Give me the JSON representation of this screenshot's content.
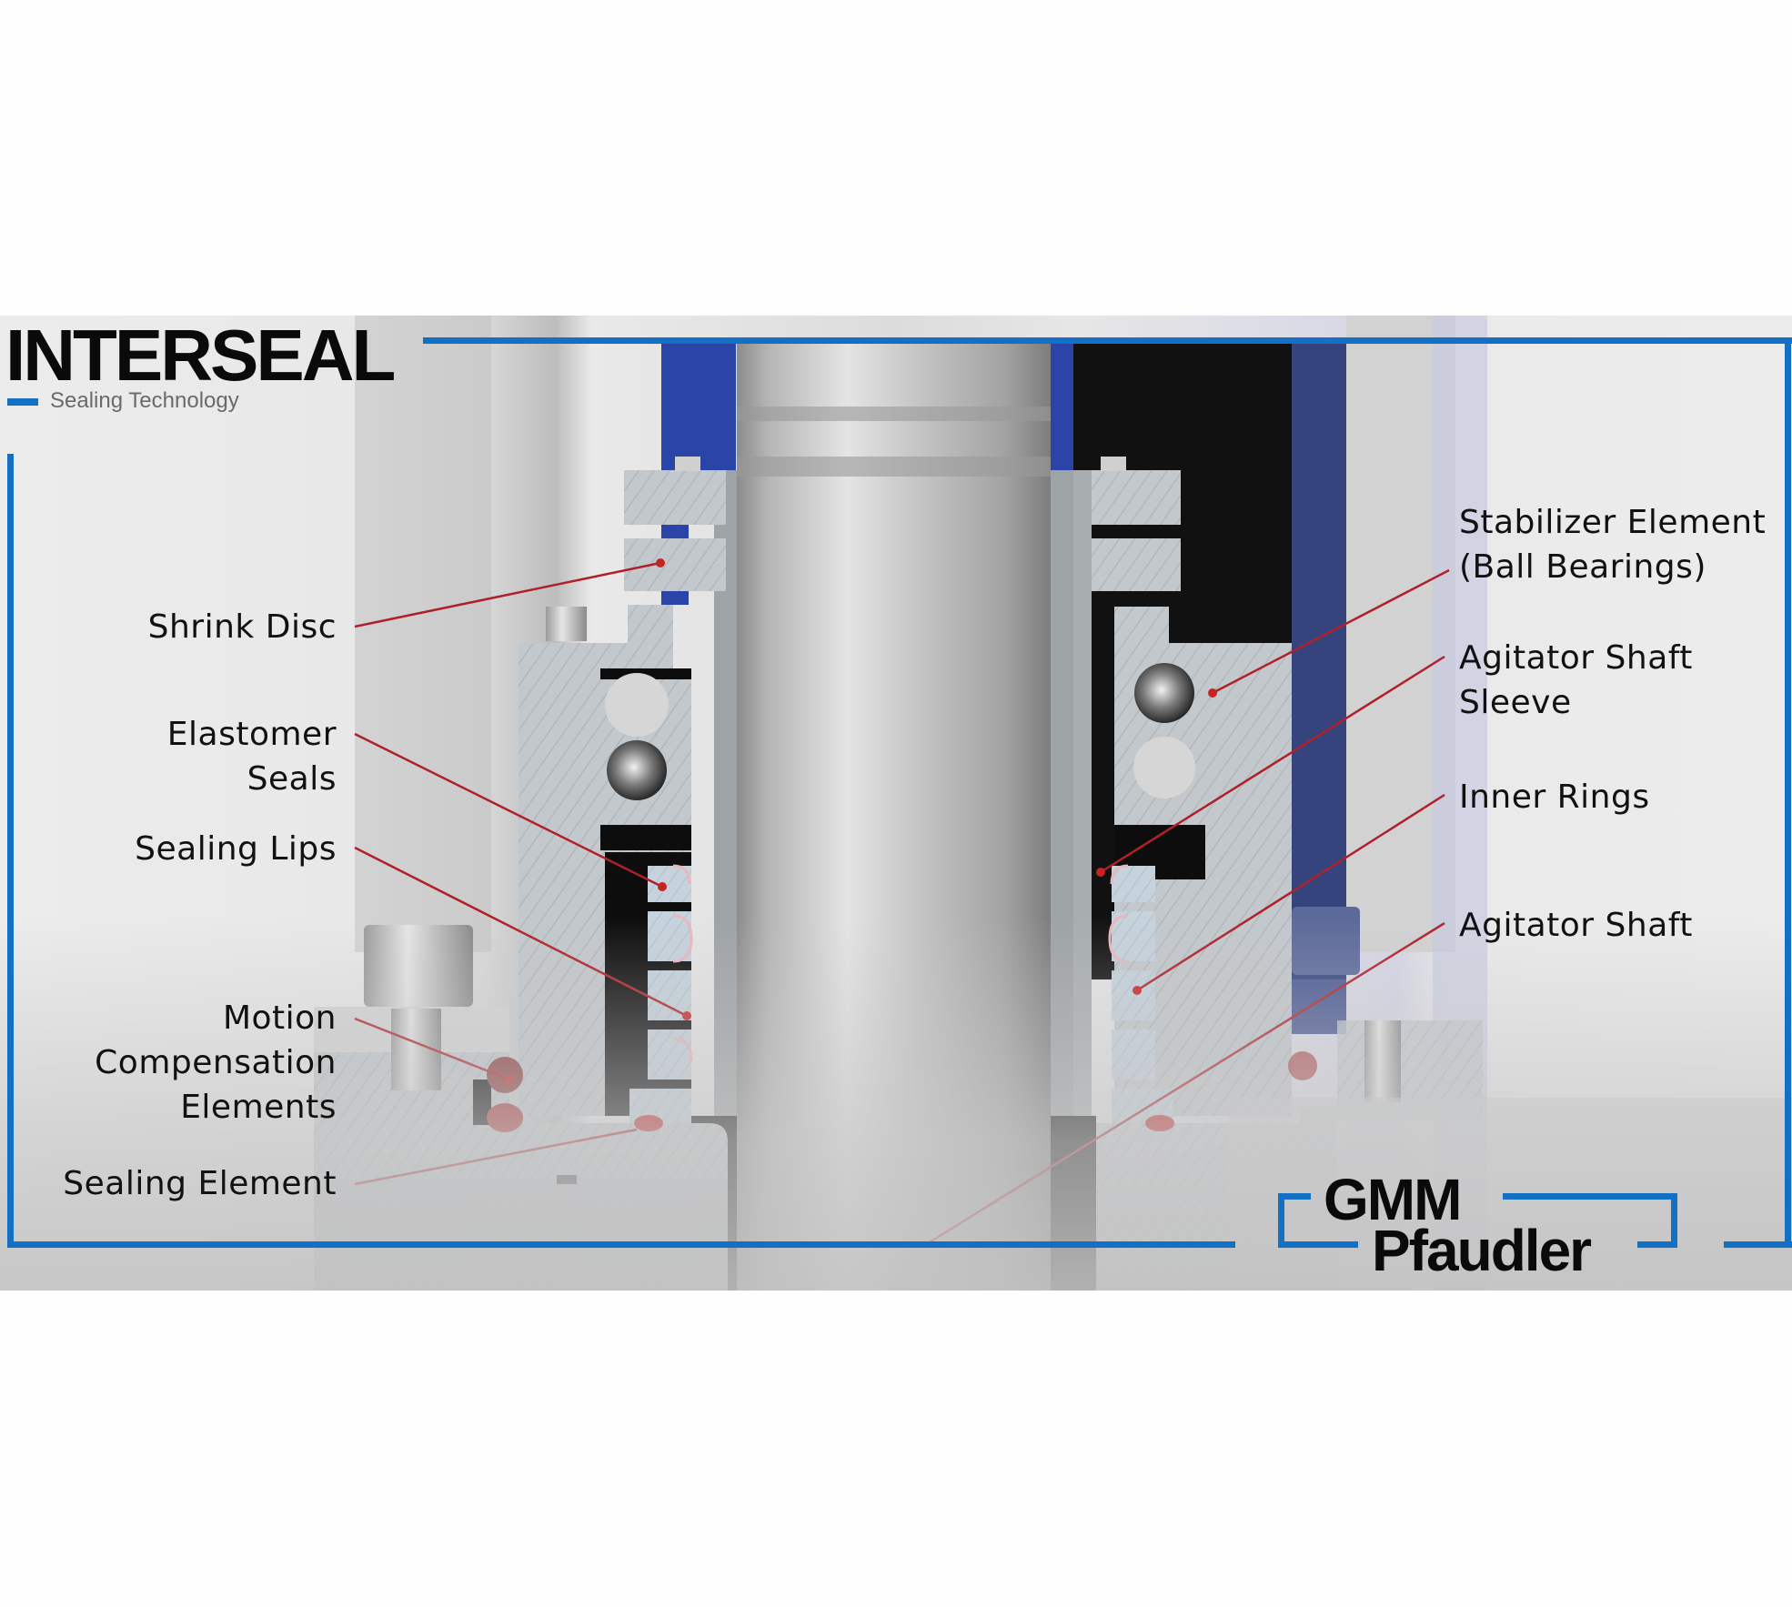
{
  "brand": {
    "title": "INTERSEAL",
    "tagline": "Sealing Technology",
    "partner_line1": "GMM",
    "partner_line2": "Pfaudler",
    "accent_color": "#1470c4",
    "callout_color": "#b0202a"
  },
  "labels_left": [
    {
      "id": "shrink-disc",
      "text": "Shrink Disc"
    },
    {
      "id": "elastomer-seals",
      "text": "Elastomer\nSeals"
    },
    {
      "id": "sealing-lips",
      "text": "Sealing Lips"
    },
    {
      "id": "motion-compensation-elements",
      "text": "Motion\nCompensation\nElements"
    },
    {
      "id": "sealing-element",
      "text": "Sealing Element"
    }
  ],
  "labels_right": [
    {
      "id": "stabilizer-element",
      "text": "Stabilizer Element\n(Ball Bearings)"
    },
    {
      "id": "agitator-shaft-sleeve",
      "text": "Agitator Shaft\nSleeve"
    },
    {
      "id": "inner-rings",
      "text": "Inner Rings"
    },
    {
      "id": "agitator-shaft",
      "text": "Agitator Shaft"
    }
  ]
}
